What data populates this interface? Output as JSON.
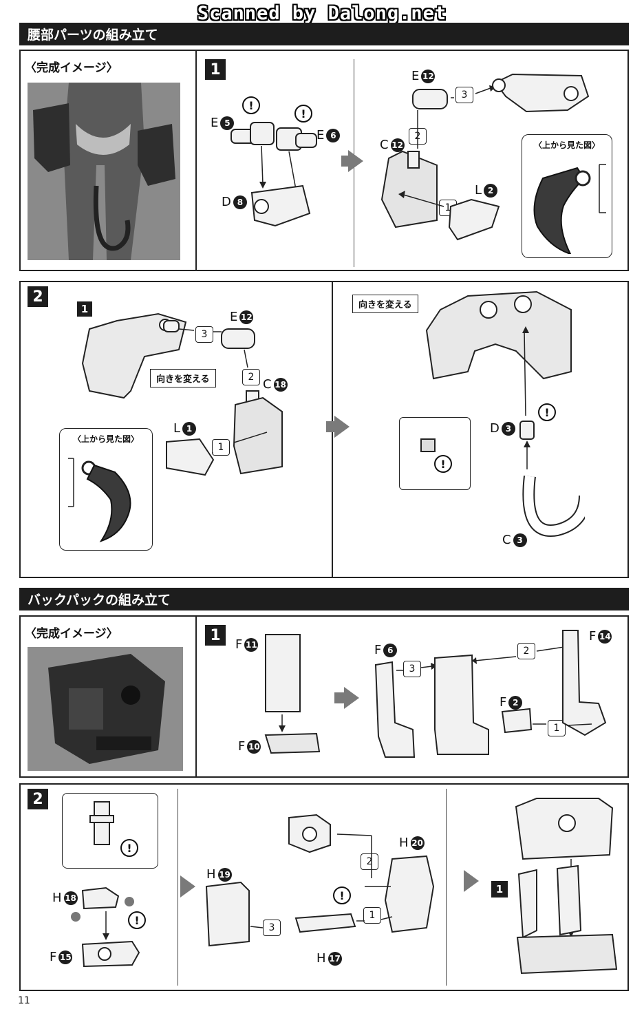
{
  "watermark": "Scanned by Dalong.net",
  "section1": {
    "title": "腰部パーツの組み立て",
    "image_label": "〈完成イメージ〉",
    "step1": {
      "number": "1",
      "parts": {
        "e5": {
          "letter": "E",
          "num": "5"
        },
        "e6": {
          "letter": "E",
          "num": "6"
        },
        "d8": {
          "letter": "D",
          "num": "8"
        },
        "e12": {
          "letter": "E",
          "num": "12"
        },
        "c12": {
          "letter": "C",
          "num": "12"
        },
        "l2": {
          "letter": "L",
          "num": "2"
        }
      },
      "order": [
        "1",
        "2",
        "3"
      ],
      "topview": "〈上から見た図〉"
    },
    "step2": {
      "number": "2",
      "sub_number": "1",
      "parts": {
        "e12": {
          "letter": "E",
          "num": "12"
        },
        "c18": {
          "letter": "C",
          "num": "18"
        },
        "l1": {
          "letter": "L",
          "num": "1"
        },
        "d3": {
          "letter": "D",
          "num": "3"
        },
        "c3": {
          "letter": "C",
          "num": "3"
        }
      },
      "order": [
        "1",
        "2",
        "3"
      ],
      "callout_left": "向きを変える",
      "callout_right": "向きを変える",
      "topview": "〈上から見た図〉"
    }
  },
  "section2": {
    "title": "バックパックの組み立て",
    "image_label": "〈完成イメージ〉",
    "step1": {
      "number": "1",
      "parts": {
        "f11": {
          "letter": "F",
          "num": "11"
        },
        "f10": {
          "letter": "F",
          "num": "10"
        },
        "f6": {
          "letter": "F",
          "num": "6"
        },
        "f14": {
          "letter": "F",
          "num": "14"
        },
        "f2": {
          "letter": "F",
          "num": "2"
        }
      },
      "order": [
        "1",
        "2",
        "3"
      ]
    },
    "step2": {
      "number": "2",
      "sub_number": "1",
      "parts": {
        "h18": {
          "letter": "H",
          "num": "18"
        },
        "f15": {
          "letter": "F",
          "num": "15"
        },
        "h19": {
          "letter": "H",
          "num": "19"
        },
        "h20": {
          "letter": "H",
          "num": "20"
        },
        "h17": {
          "letter": "H",
          "num": "17"
        }
      },
      "order": [
        "1",
        "2",
        "3"
      ]
    }
  },
  "warning_symbol": "!",
  "page_number": "11"
}
